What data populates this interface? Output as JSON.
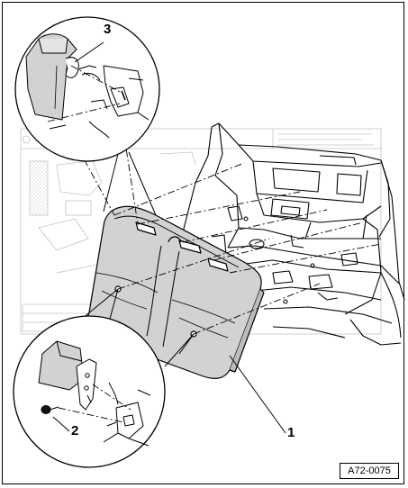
{
  "callouts": {
    "one": "1",
    "two": "2",
    "three": "3"
  },
  "reference_code": "A72-0075",
  "colors": {
    "line": "#000000",
    "seat_fill": "#d2d2d2",
    "background_drawing": "#bdbdbd",
    "paper": "#ffffff"
  }
}
